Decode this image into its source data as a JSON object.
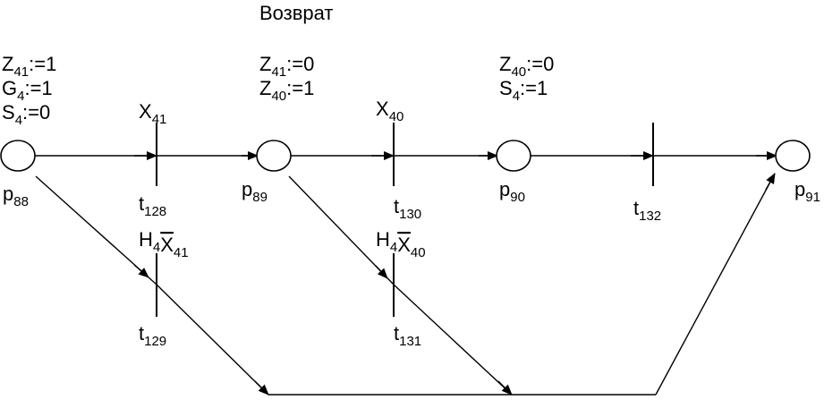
{
  "title": "Возврат",
  "places": [
    {
      "id": "p88",
      "base": "p",
      "sub": "88"
    },
    {
      "id": "p89",
      "base": "p",
      "sub": "89"
    },
    {
      "id": "p90",
      "base": "p",
      "sub": "90"
    },
    {
      "id": "p91",
      "base": "p",
      "sub": "91"
    }
  ],
  "transitions": [
    {
      "id": "t128",
      "base": "t",
      "sub": "128",
      "guard": [
        {
          "base": "X",
          "sub": "41"
        }
      ]
    },
    {
      "id": "t129",
      "base": "t",
      "sub": "129",
      "guard": [
        {
          "base": "H",
          "sub": "4"
        },
        {
          "base": "X",
          "sub": "41",
          "overline": true
        }
      ]
    },
    {
      "id": "t130",
      "base": "t",
      "sub": "130",
      "guard": [
        {
          "base": "X",
          "sub": "40"
        }
      ]
    },
    {
      "id": "t131",
      "base": "t",
      "sub": "131",
      "guard": [
        {
          "base": "H",
          "sub": "4"
        },
        {
          "base": "X",
          "sub": "40",
          "overline": true
        }
      ]
    },
    {
      "id": "t132",
      "base": "t",
      "sub": "132",
      "guard": []
    }
  ],
  "actions": [
    {
      "id": "p88",
      "lines": [
        {
          "var": "Z",
          "sub": "41",
          "op": ":=1"
        },
        {
          "var": "G",
          "sub": "4",
          "op": ":=1"
        },
        {
          "var": "S",
          "sub": "4",
          "op": ":=0"
        }
      ]
    },
    {
      "id": "p89",
      "lines": [
        {
          "var": "Z",
          "sub": "41",
          "op": ":=0"
        },
        {
          "var": "Z",
          "sub": "40",
          "op": ":=1"
        }
      ]
    },
    {
      "id": "p90",
      "lines": [
        {
          "var": "Z",
          "sub": "40",
          "op": ":=0"
        },
        {
          "var": "S",
          "sub": "4",
          "op": ":=1"
        }
      ]
    }
  ]
}
